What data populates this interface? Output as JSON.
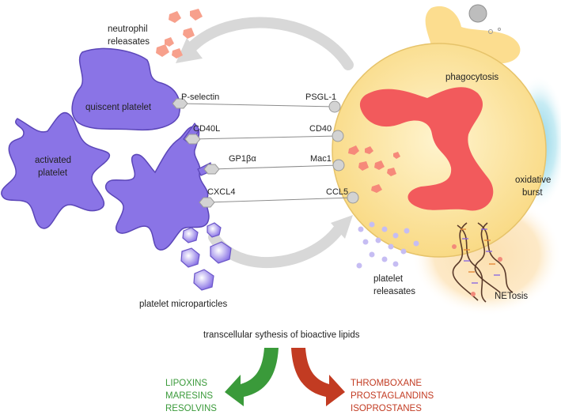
{
  "labels": {
    "neutrophil_releasates_1": "neutrophil",
    "neutrophil_releasates_2": "releasates",
    "phagocytosis": "phagocytosis",
    "quiescent_platelet": "quiscent platelet",
    "activated_platelet_1": "activated",
    "activated_platelet_2": "platelet",
    "oxidative_burst_1": "oxidative",
    "oxidative_burst_2": "burst",
    "netosis": "NETosis",
    "platelet_microparticles": "platelet microparticles",
    "platelet_releasates_1": "platelet",
    "platelet_releasates_2": "releasates",
    "transcellular": "transcellular sythesis of bioactive lipids"
  },
  "interactions": [
    {
      "platelet_ligand": "P-selectin",
      "neutrophil_receptor": "PSGL-1"
    },
    {
      "platelet_ligand": "CD40L",
      "neutrophil_receptor": "CD40"
    },
    {
      "platelet_ligand": "GP1βα",
      "neutrophil_receptor": "Mac1"
    },
    {
      "platelet_ligand": "CXCL4",
      "neutrophil_receptor": "CCL5"
    }
  ],
  "pro_resolving": [
    "LIPOXINS",
    "MARESINS",
    "RESOLVINS"
  ],
  "pro_inflammatory": [
    "THROMBOXANE",
    "PROSTAGLANDINS",
    "ISOPROSTANES"
  ],
  "colors": {
    "platelet": "#8a74e6",
    "platelet_stroke": "#5b46b8",
    "neutrophil": "#fce7a7",
    "nucleus": "#f2575b",
    "releasate": "#f7a08c",
    "connector": "#c9c9c9",
    "resolving": "#3a9a3a",
    "inflammatory": "#c23b22"
  }
}
